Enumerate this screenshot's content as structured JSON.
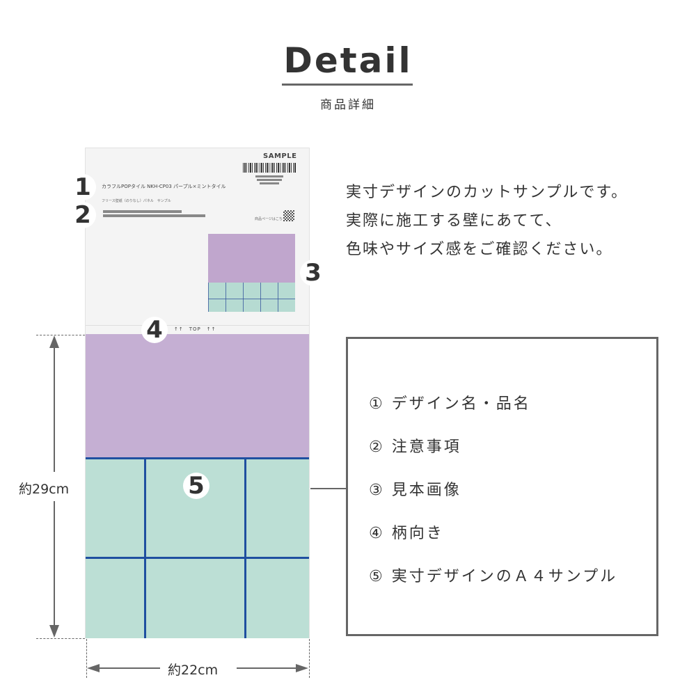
{
  "header": {
    "title": "Detail",
    "subtitle": "商品詳細"
  },
  "sample_sheet": {
    "sample_label": "SAMPLE",
    "product_name": "カラフルPOPタイル NKH-CP03 パープル×ミントタイル",
    "product_sub": "フリース壁紙（のりなし）パネル　サンプル",
    "qr_label": "商品ページはこちら",
    "top_marker": "↑↑　TOP　↑↑",
    "colors": {
      "purple": "#c5afd3",
      "mint": "#bcdfd5",
      "grout": "#1f4fa0"
    }
  },
  "callouts": [
    "1",
    "2",
    "3",
    "4",
    "5"
  ],
  "dimensions": {
    "height": "約29cm",
    "width": "約22cm"
  },
  "description": {
    "lines": [
      "実寸デザインのカットサンプルです。",
      "実際に施工する壁にあてて、",
      "色味やサイズ感をご確認ください。"
    ]
  },
  "legend": {
    "items": [
      {
        "num": "①",
        "label": "デザイン名・品名"
      },
      {
        "num": "②",
        "label": "注意事項"
      },
      {
        "num": "③",
        "label": "見本画像"
      },
      {
        "num": "④",
        "label": "柄向き"
      },
      {
        "num": "⑤",
        "label": "実寸デザインのＡ４サンプル"
      }
    ]
  }
}
